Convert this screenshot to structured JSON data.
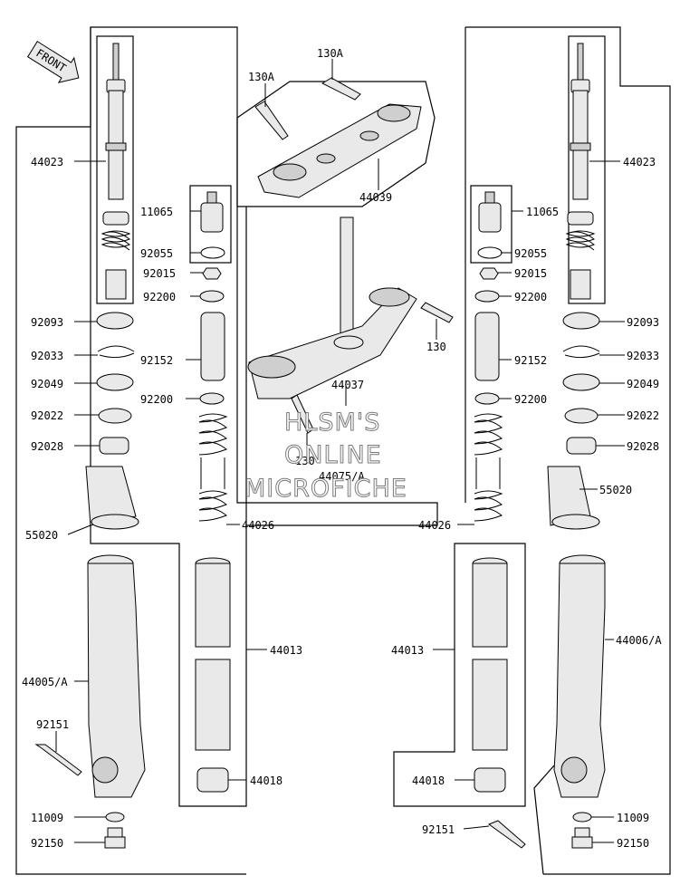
{
  "front_arrow": "FRONT",
  "watermark": [
    "HLSM'S",
    "ONLINE",
    "MICROFICHE"
  ],
  "labels": {
    "p44023_left": "44023",
    "p44023_right": "44023",
    "p130A_a": "130A",
    "p130A_b": "130A",
    "p44039": "44039",
    "p11065_left": "11065",
    "p11065_right": "11065",
    "p92055_left": "92055",
    "p92055_right": "92055",
    "p92015_left": "92015",
    "p92015_right": "92015",
    "p92200_left_top": "92200",
    "p92200_right_top": "92200",
    "p92093_left": "92093",
    "p92093_right": "92093",
    "p130_right": "130",
    "p92033_left": "92033",
    "p92033_right": "92033",
    "p92152_left": "92152",
    "p92152_right": "92152",
    "p92049_left": "92049",
    "p92049_right": "92049",
    "p44037": "44037",
    "p92200_left_bot": "92200",
    "p92200_right_bot": "92200",
    "p92022_left": "92022",
    "p92022_right": "92022",
    "p92028_left": "92028",
    "p92028_right": "92028",
    "p130_bottom": "130",
    "p44075A": "44075/A",
    "p55020_left": "55020",
    "p55020_right": "55020",
    "p44026_left": "44026",
    "p44026_right": "44026",
    "p44013_left": "44013",
    "p44013_right": "44013",
    "p44006A": "44006/A",
    "p44005A": "44005/A",
    "p92151_left": "92151",
    "p92151_right": "92151",
    "p44018_left": "44018",
    "p44018_right": "44018",
    "p11009_left": "11009",
    "p11009_right": "11009",
    "p92150_left": "92150",
    "p92150_right": "92150"
  }
}
